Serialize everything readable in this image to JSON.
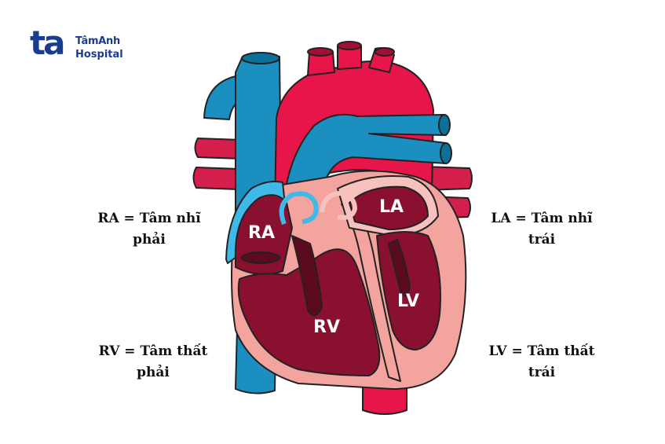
{
  "logo": {
    "mark": "ta",
    "line1": "TâmAnh",
    "line2": "Hospital"
  },
  "captions": {
    "ra": {
      "line1": "RA = Tâm nhĩ",
      "line2": "phải"
    },
    "rv": {
      "line1": "RV = Tâm thất",
      "line2": "phải"
    },
    "la": {
      "line1": "LA = Tâm nhĩ",
      "line2": "trái"
    },
    "lv": {
      "line1": "LV = Tâm thất",
      "line2": "trái"
    }
  },
  "chambers": {
    "ra": "RA",
    "rv": "RV",
    "la": "LA",
    "lv": "LV"
  },
  "colors": {
    "logo": "#1a3c8f",
    "vein_blue": "#1a8fc0",
    "light_blue": "#3fb9e8",
    "artery_red": "#e8154a",
    "muscle_pink": "#f4a49e",
    "chamber_dark": "#8a1030",
    "chamber_darker": "#5c0a1e",
    "outline": "#222222"
  }
}
